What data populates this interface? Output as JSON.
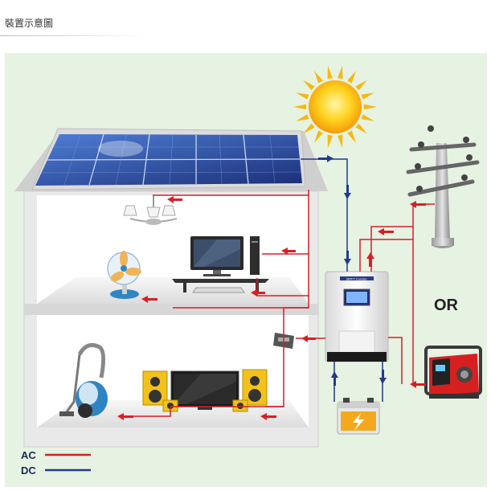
{
  "title": "裝置示意圖",
  "colors": {
    "ac": "#d81f26",
    "dc": "#1f3a93",
    "background": "#e6f2e2",
    "house": "#f4f4f4"
  },
  "labels": {
    "or": "OR",
    "inverter_brand": "MPPT Inverter",
    "legend_ac": "AC",
    "legend_dc": "DC"
  },
  "icons": [
    "sun-icon",
    "solar-panel-icon",
    "utility-pole-icon",
    "generator-icon",
    "battery-icon",
    "inverter-icon",
    "chandelier-icon",
    "computer-icon",
    "fan-icon",
    "vacuum-icon",
    "tv-icon",
    "speaker-icon",
    "breaker-icon"
  ]
}
